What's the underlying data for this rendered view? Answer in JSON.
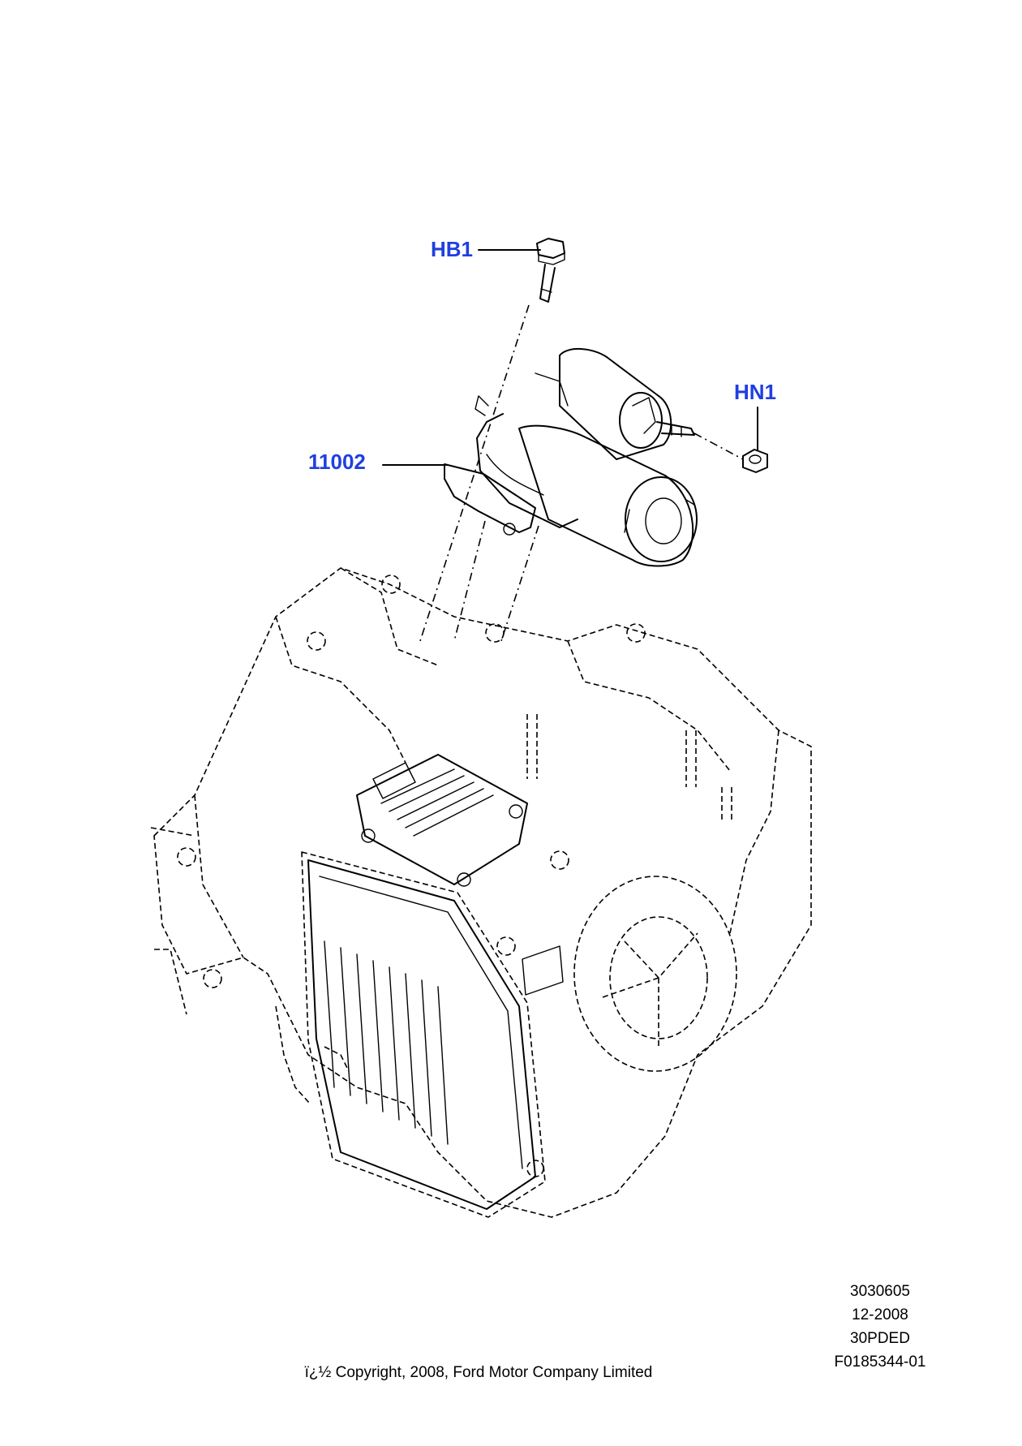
{
  "callouts": {
    "hb1": "HB1",
    "hn1": "HN1",
    "part_11002": "11002"
  },
  "footer": {
    "drawing_no": "3030605",
    "date": "12-2008",
    "code": "30PDED",
    "figure_id": "F0185344-01",
    "copyright": "ï¿½ Copyright, 2008, Ford Motor Company Limited"
  },
  "colors": {
    "callout": "#1f3fe0",
    "line": "#000000"
  }
}
